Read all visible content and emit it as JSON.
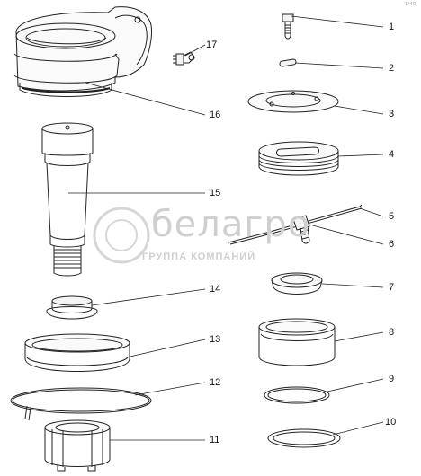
{
  "watermark": {
    "name": "белагро",
    "subtitle": "ГРУППА КОМПАНИЙ"
  },
  "corner_mark": "1*40",
  "callouts": [
    {
      "id": "1",
      "label": "1"
    },
    {
      "id": "2",
      "label": "2"
    },
    {
      "id": "3",
      "label": "3"
    },
    {
      "id": "4",
      "label": "4"
    },
    {
      "id": "5",
      "label": "5"
    },
    {
      "id": "6",
      "label": "6"
    },
    {
      "id": "7",
      "label": "7"
    },
    {
      "id": "8",
      "label": "8"
    },
    {
      "id": "9",
      "label": "9"
    },
    {
      "id": "10",
      "label": "10"
    },
    {
      "id": "11",
      "label": "11"
    },
    {
      "id": "12",
      "label": "12"
    },
    {
      "id": "13",
      "label": "13"
    },
    {
      "id": "14",
      "label": "14"
    },
    {
      "id": "15",
      "label": "15"
    },
    {
      "id": "16",
      "label": "16"
    },
    {
      "id": "17",
      "label": "17"
    }
  ]
}
